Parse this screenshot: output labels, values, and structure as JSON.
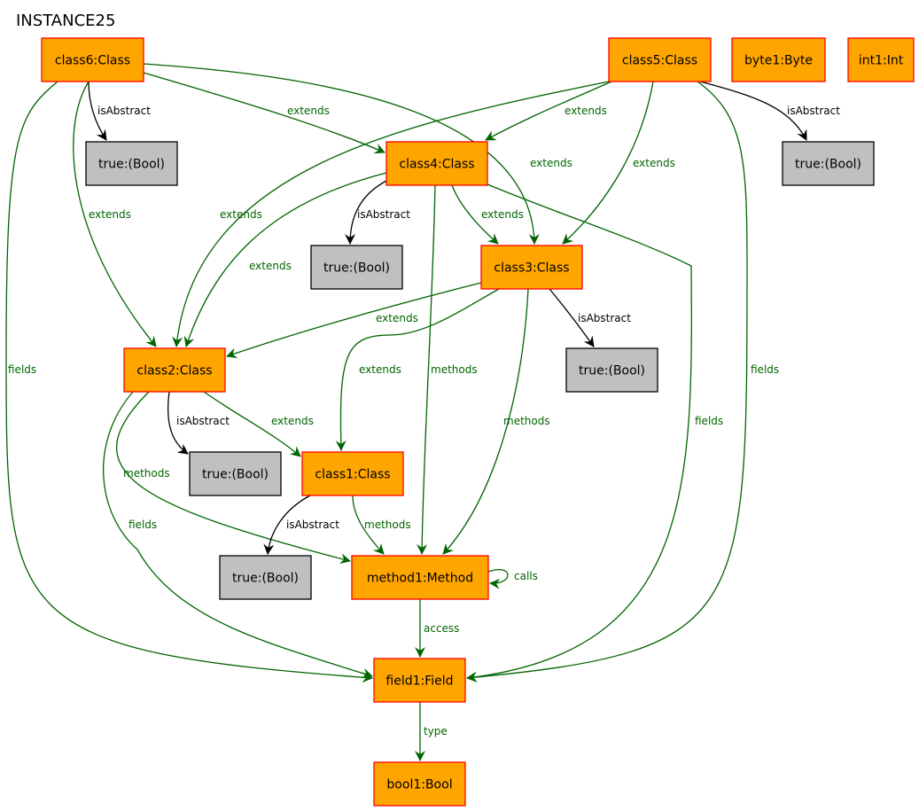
{
  "title": "INSTANCE25",
  "colors": {
    "object_fill": "#FFA500",
    "object_border": "#FF0000",
    "value_fill": "#C0C0C0",
    "value_border": "#000000",
    "reference_edge": "#006400",
    "attribute_edge": "#000000"
  },
  "nodes": [
    {
      "id": "class6",
      "label": "class6:Class",
      "kind": "object"
    },
    {
      "id": "class5",
      "label": "class5:Class",
      "kind": "object"
    },
    {
      "id": "byte1",
      "label": "byte1:Byte",
      "kind": "object"
    },
    {
      "id": "int1",
      "label": "int1:Int",
      "kind": "object"
    },
    {
      "id": "true6",
      "label": "true:(Bool)",
      "kind": "value"
    },
    {
      "id": "class4",
      "label": "class4:Class",
      "kind": "object"
    },
    {
      "id": "true5",
      "label": "true:(Bool)",
      "kind": "value"
    },
    {
      "id": "true4",
      "label": "true:(Bool)",
      "kind": "value"
    },
    {
      "id": "class3",
      "label": "class3:Class",
      "kind": "object"
    },
    {
      "id": "class2",
      "label": "class2:Class",
      "kind": "object"
    },
    {
      "id": "true3",
      "label": "true:(Bool)",
      "kind": "value"
    },
    {
      "id": "true2",
      "label": "true:(Bool)",
      "kind": "value"
    },
    {
      "id": "class1",
      "label": "class1:Class",
      "kind": "object"
    },
    {
      "id": "true1",
      "label": "true:(Bool)",
      "kind": "value"
    },
    {
      "id": "method1",
      "label": "method1:Method",
      "kind": "object"
    },
    {
      "id": "field1",
      "label": "field1:Field",
      "kind": "object"
    },
    {
      "id": "bool1",
      "label": "bool1:Bool",
      "kind": "object"
    }
  ],
  "edges": [
    {
      "id": "e1",
      "from": "class6",
      "to": "true6",
      "label": "isAbstract",
      "kind": "attribute"
    },
    {
      "id": "e2",
      "from": "class6",
      "to": "class4",
      "label": "extends",
      "kind": "reference"
    },
    {
      "id": "e3",
      "from": "class6",
      "to": "class3",
      "label": "extends",
      "kind": "reference"
    },
    {
      "id": "e4",
      "from": "class6",
      "to": "class2",
      "label": "extends",
      "kind": "reference"
    },
    {
      "id": "e5",
      "from": "class6",
      "to": "field1",
      "label": "fields",
      "kind": "reference"
    },
    {
      "id": "e6",
      "from": "class5",
      "to": "class4",
      "label": "extends",
      "kind": "reference"
    },
    {
      "id": "e7",
      "from": "class5",
      "to": "true5",
      "label": "isAbstract",
      "kind": "attribute"
    },
    {
      "id": "e8",
      "from": "class5",
      "to": "class3",
      "label": "extends",
      "kind": "reference"
    },
    {
      "id": "e9",
      "from": "class5",
      "to": "class2",
      "label": "extends",
      "kind": "reference"
    },
    {
      "id": "e10",
      "from": "class5",
      "to": "field1",
      "label": "fields",
      "kind": "reference"
    },
    {
      "id": "e11",
      "from": "class4",
      "to": "true4",
      "label": "isAbstract",
      "kind": "attribute"
    },
    {
      "id": "e12",
      "from": "class4",
      "to": "class3",
      "label": "extends",
      "kind": "reference"
    },
    {
      "id": "e13",
      "from": "class4",
      "to": "class2",
      "label": "extends",
      "kind": "reference"
    },
    {
      "id": "e14",
      "from": "class4",
      "to": "method1",
      "label": "methods",
      "kind": "reference"
    },
    {
      "id": "e15",
      "from": "class4",
      "to": "field1",
      "label": "fields",
      "kind": "reference"
    },
    {
      "id": "e16",
      "from": "class3",
      "to": "true3",
      "label": "isAbstract",
      "kind": "attribute"
    },
    {
      "id": "e17",
      "from": "class3",
      "to": "class2",
      "label": "extends",
      "kind": "reference"
    },
    {
      "id": "e18",
      "from": "class3",
      "to": "class1",
      "label": "extends",
      "kind": "reference"
    },
    {
      "id": "e19",
      "from": "class3",
      "to": "method1",
      "label": "methods",
      "kind": "reference"
    },
    {
      "id": "e20",
      "from": "class2",
      "to": "true2",
      "label": "isAbstract",
      "kind": "attribute"
    },
    {
      "id": "e21",
      "from": "class2",
      "to": "class1",
      "label": "extends",
      "kind": "reference"
    },
    {
      "id": "e22",
      "from": "class2",
      "to": "method1",
      "label": "methods",
      "kind": "reference"
    },
    {
      "id": "e23",
      "from": "class2",
      "to": "field1",
      "label": "fields",
      "kind": "reference"
    },
    {
      "id": "e24",
      "from": "class1",
      "to": "true1",
      "label": "isAbstract",
      "kind": "attribute"
    },
    {
      "id": "e25",
      "from": "class1",
      "to": "method1",
      "label": "methods",
      "kind": "reference"
    },
    {
      "id": "e26",
      "from": "method1",
      "to": "method1",
      "label": "calls",
      "kind": "reference"
    },
    {
      "id": "e27",
      "from": "method1",
      "to": "field1",
      "label": "access",
      "kind": "reference"
    },
    {
      "id": "e28",
      "from": "field1",
      "to": "bool1",
      "label": "type",
      "kind": "reference"
    }
  ]
}
